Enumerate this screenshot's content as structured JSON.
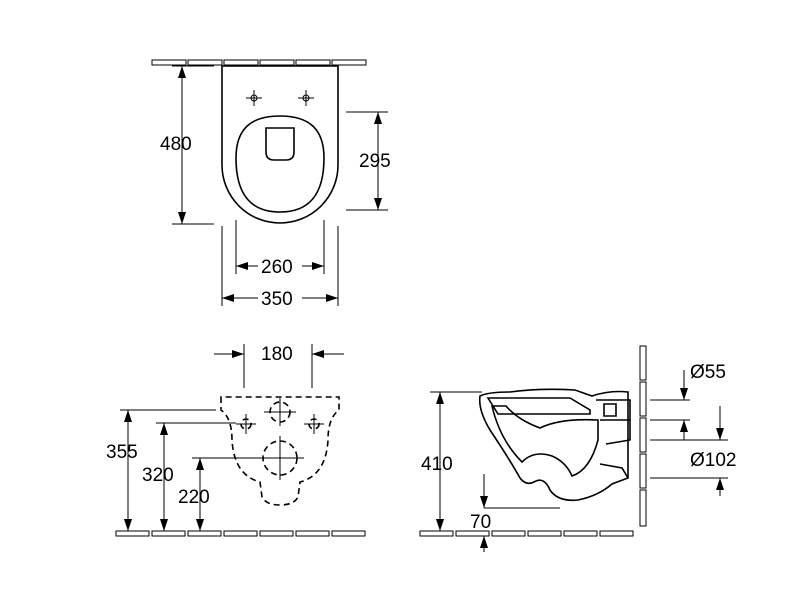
{
  "dimensions": {
    "top_depth": "480",
    "seat_depth": "295",
    "seat_width": "260",
    "overall_width": "350",
    "fixing_spacing": "180",
    "height_355": "355",
    "height_320": "320",
    "height_220": "220",
    "overall_height": "410",
    "outlet_offset": "70",
    "inlet_diameter": "Ø55",
    "outlet_diameter": "Ø102"
  }
}
